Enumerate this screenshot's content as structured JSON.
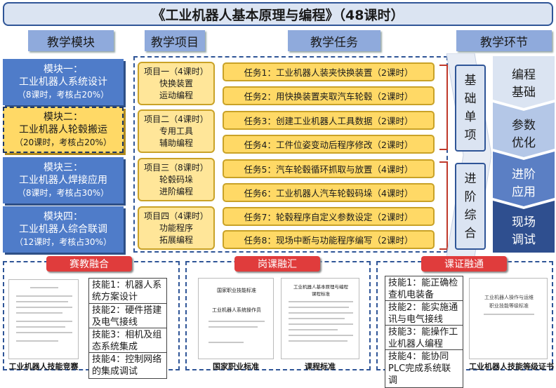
{
  "title": "《工业机器人基本原理与编程》（48课时）",
  "headers": {
    "modules": "教学模块",
    "projects": "教学项目",
    "tasks": "教学任务",
    "stages": "教学环节"
  },
  "modules": [
    {
      "name": "模块一：",
      "title": "工业机器人系统设计",
      "hours": "（8课时，考核占20%）"
    },
    {
      "name": "模块二：",
      "title": "工业机器人轮毂搬运",
      "hours": "（20课时，考核占20%）"
    },
    {
      "name": "模块三：",
      "title": "工业机器人焊接应用",
      "hours": "（8课时，考核占30%）"
    },
    {
      "name": "模块四：",
      "title": "工业机器人综合联调",
      "hours": "（12课时，考核占30%）"
    }
  ],
  "projects": [
    {
      "name": "项目一（4课时）",
      "line1": "快换装置",
      "line2": "运动编程"
    },
    {
      "name": "项目二（4课时）",
      "line1": "专用工具",
      "line2": "辅助编程"
    },
    {
      "name": "项目三（8课时）",
      "line1": "轮毂码垛",
      "line2": "进阶编程"
    },
    {
      "name": "项目四（4课时）",
      "line1": "功能程序",
      "line2": "拓展编程"
    }
  ],
  "tasks": [
    "任务1：工业机器人装夹快换装置（2课时）",
    "任务2：用快换装置夹取汽车轮毂（2课时）",
    "任务3：创建工业机器人工具数据（2课时）",
    "任务4：工件位姿变动后程序修改（2课时）",
    "任务5：汽车轮毂循环抓取与放置（4课时）",
    "任务6：工业机器人汽车轮毂码垛（4课时）",
    "任务7：轮毂程序自定义参数设定（2课时）",
    "任务8：现场中断与功能程序编写（2课时）"
  ],
  "stage_groups": [
    {
      "chars": [
        "基",
        "础",
        "单",
        "项"
      ]
    },
    {
      "chars": [
        "进",
        "阶",
        "综",
        "合"
      ]
    }
  ],
  "stages": [
    {
      "l1": "编程",
      "l2": "基础"
    },
    {
      "l1": "参数",
      "l2": "优化"
    },
    {
      "l1": "进阶",
      "l2": "应用"
    },
    {
      "l1": "现场",
      "l2": "调试"
    }
  ],
  "colors": {
    "stage_colors": [
      "#dbe4f2",
      "#b4c7e7",
      "#5b7fc4",
      "#2f4f8f"
    ]
  },
  "bottom": {
    "left": {
      "label": "赛教融合",
      "caption": "工业机器人技能竞赛",
      "skills": [
        "技能1：机器人系统方案设计",
        "技能2：硬件搭建及电气接线",
        "技能3：相机及组态系统集成",
        "技能4：控制网络的集成调试"
      ]
    },
    "middle": {
      "label": "岗课融汇",
      "captions": [
        "国家职业标准",
        "课程标准"
      ],
      "doc1": {
        "t1": "国家职业技能标准",
        "t2": "工业机器人系统操作员"
      },
      "doc2": {
        "t1": "工业机器人基本原理与编程",
        "t2": "课程标准"
      }
    },
    "right": {
      "label": "课证融通",
      "caption": "工业机器人技能等级证书",
      "skills": [
        "技能1：能正确检查机电装备",
        "技能2：能实施通讯与电气接线",
        "技能3：能操作工业机器人编程",
        "技能4：能协同PLC完成系统联调"
      ],
      "doc": {
        "t1": "工业机器人操作与运维",
        "t2": "职业技能等级标准"
      }
    }
  }
}
